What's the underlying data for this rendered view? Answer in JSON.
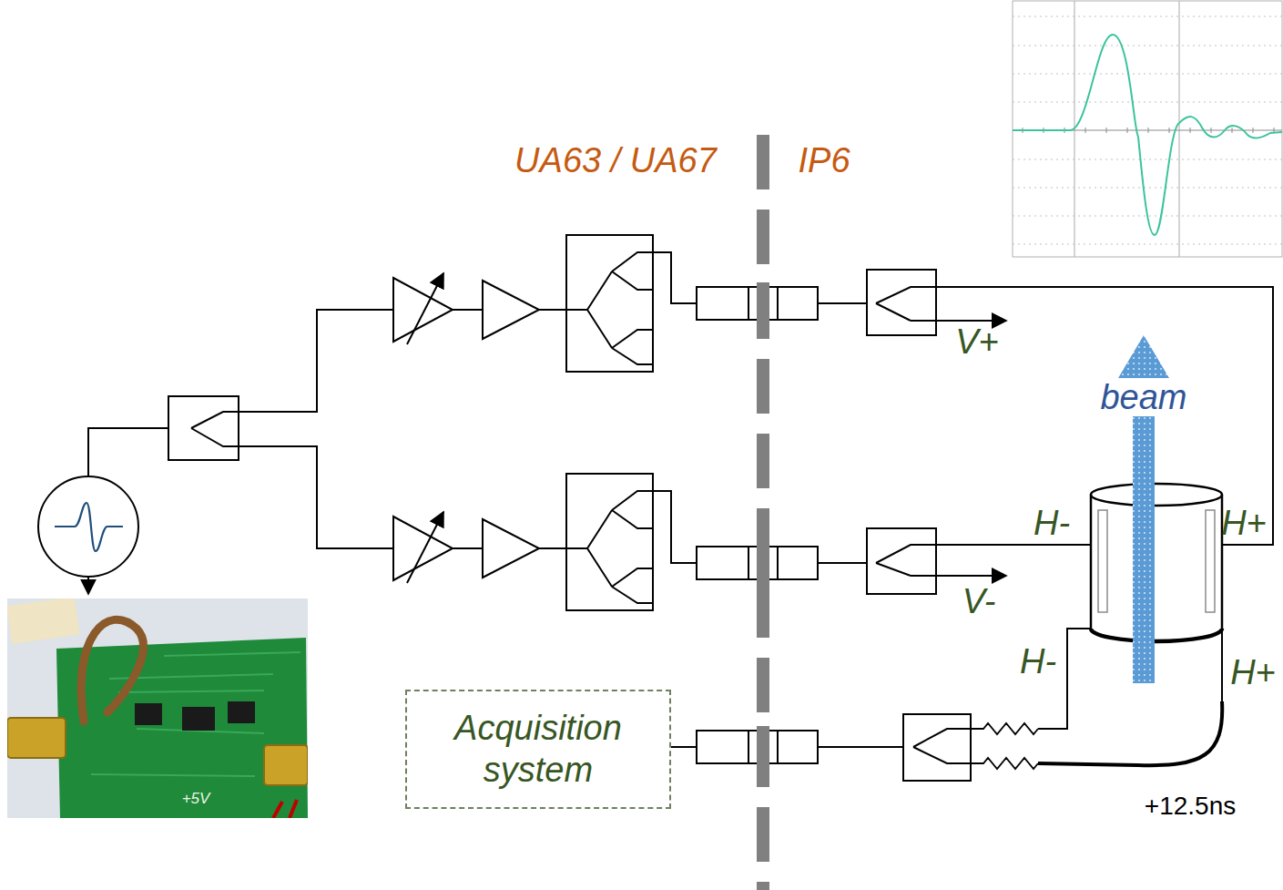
{
  "diagram": {
    "nodes": [
      {
        "text": [
          "Acquisition system"
        ]
      }
    ],
    "labels": [
      "UA63 / UA67",
      "IP6",
      "V+",
      "beam",
      "H-",
      "H+",
      "V-",
      "H-",
      "H+",
      "+12.5ns",
      "+5V"
    ]
  }
}
